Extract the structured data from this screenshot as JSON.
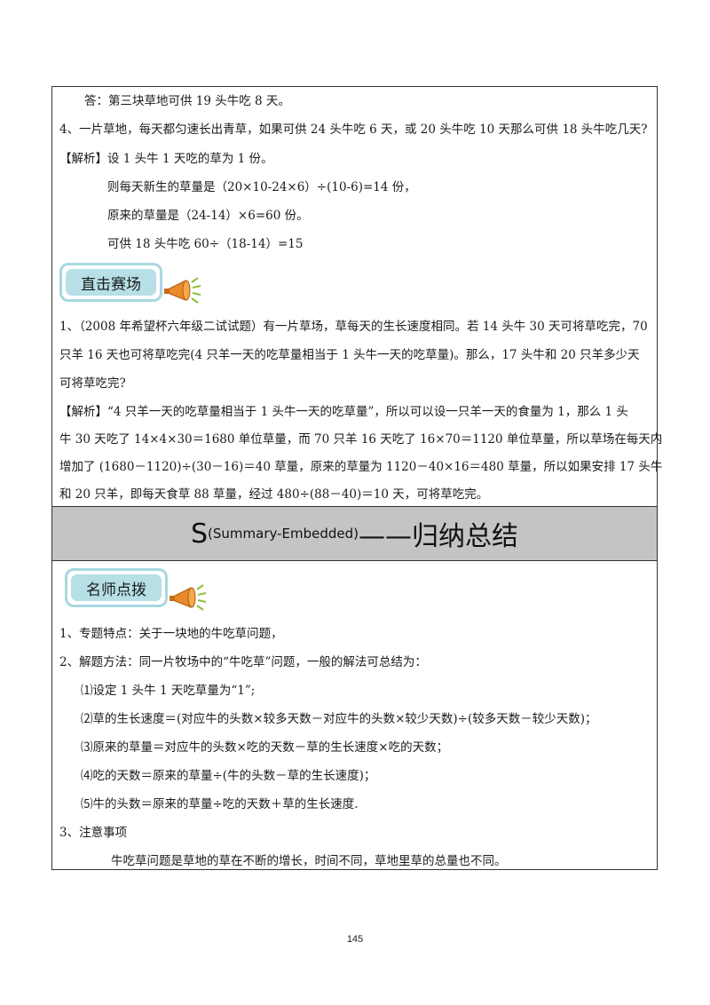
{
  "section1": {
    "answer": "答：第三块草地可供 19 头牛吃 8 天。",
    "q4": "4、一片草地，每天都匀速长出青草，如果可供 24 头牛吃 6 天，或 20 头牛吃 10 天那么可供 18 头牛吃几天?",
    "q4_analysis": "【解析】设 1 头牛 1 天吃的草为 1 份。",
    "q4_step1": "则每天新生的草量是（20×10-24×6）÷(10-6)=14 份，",
    "q4_step2": "原来的草量是（24-14）×6=60 份。",
    "q4_step3": "可供 18 头牛吃 60÷（18-14）=15"
  },
  "badge1": {
    "label": "直击赛场",
    "icon": "megaphone-icon"
  },
  "contest": {
    "line1": "1、（2008 年希望杯六年级二试试题）有一片草场，草每天的生长速度相同。若 14 头牛 30 天可将草吃完，70",
    "line2": "只羊 16 天也可将草吃完(4 只羊一天的吃草量相当于 1 头牛一天的吃草量)。那么，17 头牛和 20 只羊多少天",
    "line3": "可将草吃完?",
    "analysis1": "【解析】“4 只羊一天的吃草量相当于 1 头牛一天的吃草量”，所以可以设一只羊一天的食量为 1，那么 1 头",
    "analysis2": "牛 30 天吃了 14×4×30＝1680 单位草量，而 70 只羊 16 天吃了 16×70＝1120 单位草量，所以草场在每天内",
    "analysis3": "增加了 (1680－1120)÷(30－16)＝40 草量，原来的草量为 1120－40×16＝480 草量，所以如果安排 17 头牛",
    "analysis4": "和 20 只羊，即每天食草 88 草量，经过 480÷(88－40)＝10 天，可将草吃完。"
  },
  "banner": {
    "letter": "S",
    "sub": "(Summary-Embedded)",
    "title": "——归纳总结"
  },
  "badge2": {
    "label": "名师点拨",
    "icon": "megaphone-icon"
  },
  "summary": {
    "p1": "1、专题特点：关于一块地的牛吃草问题，",
    "p2": "2、解题方法：同一片牧场中的“牛吃草”问题，一般的解法可总结为：",
    "m1": "⑴设定 1 头牛 1 天吃草量为“1”;",
    "m2": "⑵草的生长速度＝(对应牛的头数×较多天数－对应牛的头数×较少天数)÷(较多天数－较少天数)；",
    "m3": "⑶原来的草量＝对应牛的头数×吃的天数－草的生长速度×吃的天数；",
    "m4": "⑷吃的天数＝原来的草量÷(牛的头数－草的生长速度)；",
    "m5": "⑸牛的头数＝原来的草量÷吃的天数＋草的生长速度.",
    "p3": "3、注意事项",
    "note": "牛吃草问题是草地的草在不断的增长，时间不同，草地里草的总量也不同。"
  },
  "page_number": "145"
}
